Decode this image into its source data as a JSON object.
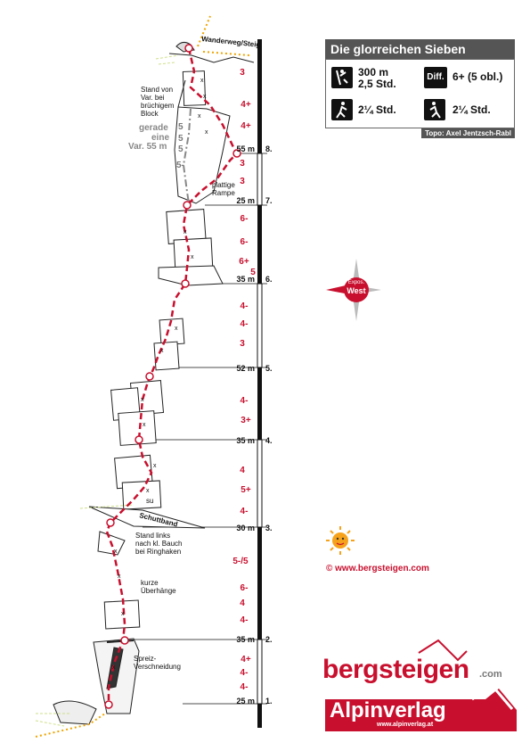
{
  "title": "Die glorreichen Sieben",
  "stats": {
    "length": "300 m",
    "climb_time": "2,5 Std.",
    "difficulty_label": "Diff.",
    "difficulty": "6+ (5 obl.)",
    "approach_time": "2¼ Std.",
    "descent_time": "2¼ Std."
  },
  "credit": "Topo: Axel Jentzsch-Rabl",
  "exposure": {
    "label": "Expos.",
    "value": "West"
  },
  "copyright": "© www.bergsteigen.com",
  "logo_bergsteigen": {
    "text": "bergsteigen",
    "suffix": ".com"
  },
  "logo_alpinverlag": {
    "text": "Alpinverlag",
    "url": "www.alpinverlag.at"
  },
  "colors": {
    "route": "#c8102e",
    "dark": "#111111",
    "panel": "#555555"
  },
  "icons": [
    "climber-icon",
    "diff-icon",
    "approach-icon",
    "descent-icon",
    "compass-icon",
    "sun-icon"
  ],
  "topo": {
    "top_label": "Wanderweg/Steig",
    "belays": [
      {
        "number": "8.",
        "length": "55 m"
      },
      {
        "number": "7.",
        "length": "25 m"
      },
      {
        "number": "6.",
        "length": "35 m"
      },
      {
        "number": "5.",
        "length": "52 m"
      },
      {
        "number": "4.",
        "length": "35 m"
      },
      {
        "number": "3.",
        "length": "30 m"
      },
      {
        "number": "2.",
        "length": "35 m"
      },
      {
        "number": "1.",
        "length": "25 m"
      }
    ],
    "grades": [
      "3",
      "4+",
      "4+",
      "3",
      "3",
      "6-",
      "6-",
      "6+",
      "5",
      "4-",
      "4-",
      "3",
      "4-",
      "3+",
      "4",
      "5+",
      "4-",
      "5-/5",
      "6-",
      "4",
      "4-",
      "4+",
      "4-",
      "4-"
    ],
    "notes": {
      "stand_von": "Stand von",
      "var_bei": "Var. bei",
      "bruechigem": "brüchigem",
      "block": "Block",
      "gerade": "gerade",
      "eine": "eine",
      "var55": "Var. 55 m",
      "plattige": "plattige",
      "rampe": "Rampe",
      "schuttband": "Schuttband",
      "su": "su",
      "stand_links": "Stand links",
      "nach_kl": "nach kl. Bauch",
      "bei_ringhaken": "bei Ringhaken",
      "kurze": "kurze",
      "ueberhaenge": "Überhänge",
      "spreiz": "Spreiz-",
      "verschneidung": "Verschneidung"
    },
    "variant_grades": [
      "5",
      "5",
      "5",
      "5-"
    ]
  }
}
